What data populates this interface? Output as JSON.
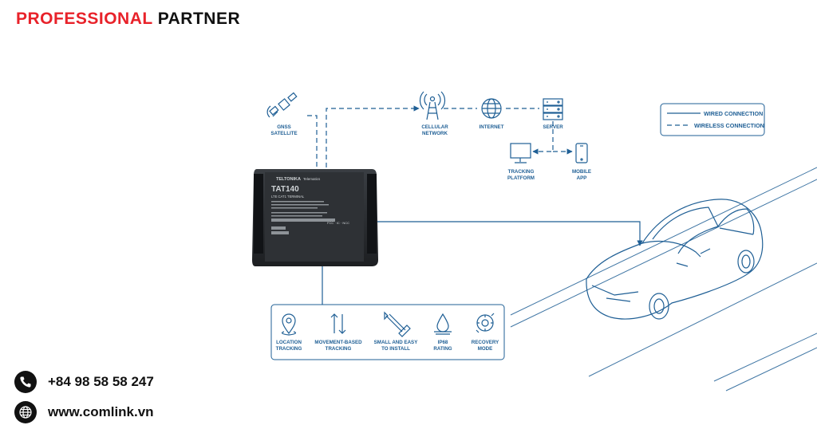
{
  "brand": {
    "part1": "PROFESSIONAL",
    "part2": "PARTNER"
  },
  "nodes": {
    "gnss": [
      "GNSS",
      "SATELLITE"
    ],
    "cellular": [
      "CELLULAR",
      "NETWORK"
    ],
    "internet": [
      "INTERNET"
    ],
    "server": [
      "SERVER"
    ],
    "tracking": [
      "TRACKING",
      "PLATFORM"
    ],
    "mobile": [
      "MOBILE",
      "APP"
    ]
  },
  "legend": {
    "wired": "WIRED CONNECTION",
    "wireless": "WIRELESS CONNECTION"
  },
  "device": {
    "brand": "TELTONIKA",
    "brand_suffix": "Telematics",
    "model": "TAT140",
    "subtitle": "LTE CAT1 TERMINAL",
    "codes": "FCC · IC · NCC"
  },
  "features": [
    {
      "line1": "LOCATION",
      "line2": "TRACKING",
      "icon": "location-pin-icon"
    },
    {
      "line1": "MOVEMENT-BASED",
      "line2": "TRACKING",
      "icon": "up-down-arrows-icon"
    },
    {
      "line1": "SMALL AND EASY",
      "line2": "TO INSTALL",
      "icon": "wrench-screwdriver-icon"
    },
    {
      "line1": "IP68",
      "line2": "RATING",
      "icon": "water-drop-icon"
    },
    {
      "line1": "RECOVERY",
      "line2": "MODE",
      "icon": "recovery-gear-icon"
    }
  ],
  "contact": {
    "phone": "+84 98 58 58 247",
    "website": "www.comlink.vn"
  },
  "colors": {
    "accent_red": "#e8222a",
    "diagram_blue": "#1f5f95",
    "device_dark": "#2a2d31"
  }
}
